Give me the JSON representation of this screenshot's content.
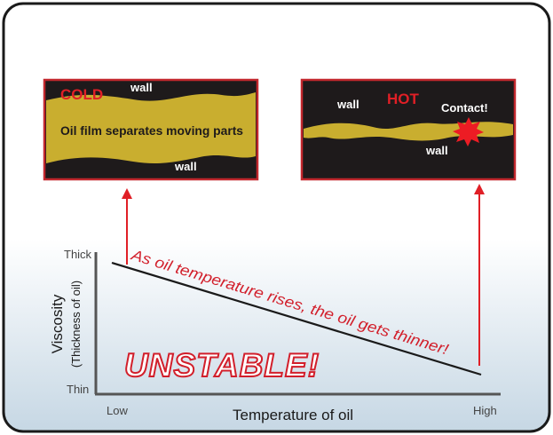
{
  "panels": {
    "cold": {
      "label": "COLD",
      "wall_top": "wall",
      "film_text": "Oil film separates moving parts",
      "wall_bottom": "wall"
    },
    "hot": {
      "label": "HOT",
      "wall_top": "wall",
      "contact": "Contact!",
      "wall_bottom": "wall"
    }
  },
  "graph": {
    "y_axis_label": "Viscosity",
    "y_axis_sublabel": "(Thickness of oil)",
    "y_tick_top": "Thick",
    "y_tick_bottom": "Thin",
    "x_axis_label": "Temperature of oil",
    "x_tick_left": "Low",
    "x_tick_right": "High",
    "annotation": "As oil temperature rises, the oil gets thinner!",
    "stamp": "UNSTABLE!"
  },
  "colors": {
    "panel_bg": "#1e1a1b",
    "panel_border": "#c1272d",
    "oil": "#c9ae2f",
    "accent_red": "#e01f26",
    "text_red": "#d21f2b",
    "frame_gradient_top": "#ffffff",
    "frame_gradient_bottom": "#c6d7e4"
  }
}
